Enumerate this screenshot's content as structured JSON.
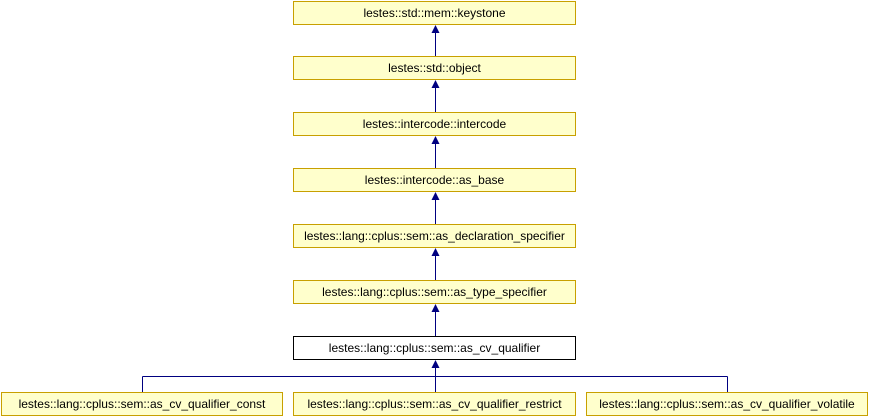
{
  "diagram": {
    "edge_color": "#000080",
    "node_fill": "#ffffcc",
    "node_border": "#c8a000",
    "current_fill": "#ffffff",
    "current_border": "#000000",
    "nodes": [
      {
        "id": "keystone",
        "label": "lestes::std::mem::keystone"
      },
      {
        "id": "object",
        "label": "lestes::std::object"
      },
      {
        "id": "intercode",
        "label": "lestes::intercode::intercode"
      },
      {
        "id": "as_base",
        "label": "lestes::intercode::as_base"
      },
      {
        "id": "as_declaration_specifier",
        "label": "lestes::lang::cplus::sem::as_declaration_specifier"
      },
      {
        "id": "as_type_specifier",
        "label": "lestes::lang::cplus::sem::as_type_specifier"
      },
      {
        "id": "as_cv_qualifier",
        "label": "lestes::lang::cplus::sem::as_cv_qualifier",
        "current": true
      },
      {
        "id": "as_cv_qualifier_const",
        "label": "lestes::lang::cplus::sem::as_cv_qualifier_const"
      },
      {
        "id": "as_cv_qualifier_restrict",
        "label": "lestes::lang::cplus::sem::as_cv_qualifier_restrict"
      },
      {
        "id": "as_cv_qualifier_volatile",
        "label": "lestes::lang::cplus::sem::as_cv_qualifier_volatile"
      }
    ],
    "edges": [
      {
        "from": "object",
        "to": "keystone"
      },
      {
        "from": "intercode",
        "to": "object"
      },
      {
        "from": "as_base",
        "to": "intercode"
      },
      {
        "from": "as_declaration_specifier",
        "to": "as_base"
      },
      {
        "from": "as_type_specifier",
        "to": "as_declaration_specifier"
      },
      {
        "from": "as_cv_qualifier",
        "to": "as_type_specifier"
      },
      {
        "from": "as_cv_qualifier_const",
        "to": "as_cv_qualifier"
      },
      {
        "from": "as_cv_qualifier_restrict",
        "to": "as_cv_qualifier"
      },
      {
        "from": "as_cv_qualifier_volatile",
        "to": "as_cv_qualifier"
      }
    ]
  }
}
